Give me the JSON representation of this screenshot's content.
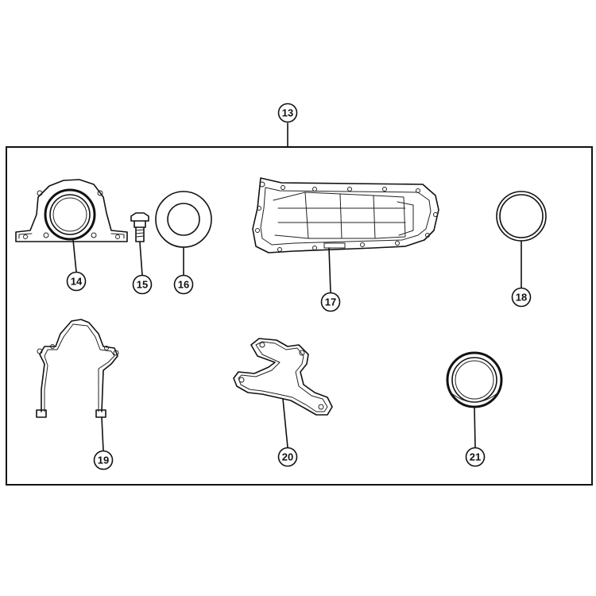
{
  "diagram": {
    "callouts": {
      "c13": "13",
      "c14": "14",
      "c15": "15",
      "c16": "16",
      "c17": "17",
      "c18": "18",
      "c19": "19",
      "c20": "20",
      "c21": "21"
    },
    "colors": {
      "line": "#111111",
      "background": "#ffffff"
    }
  }
}
